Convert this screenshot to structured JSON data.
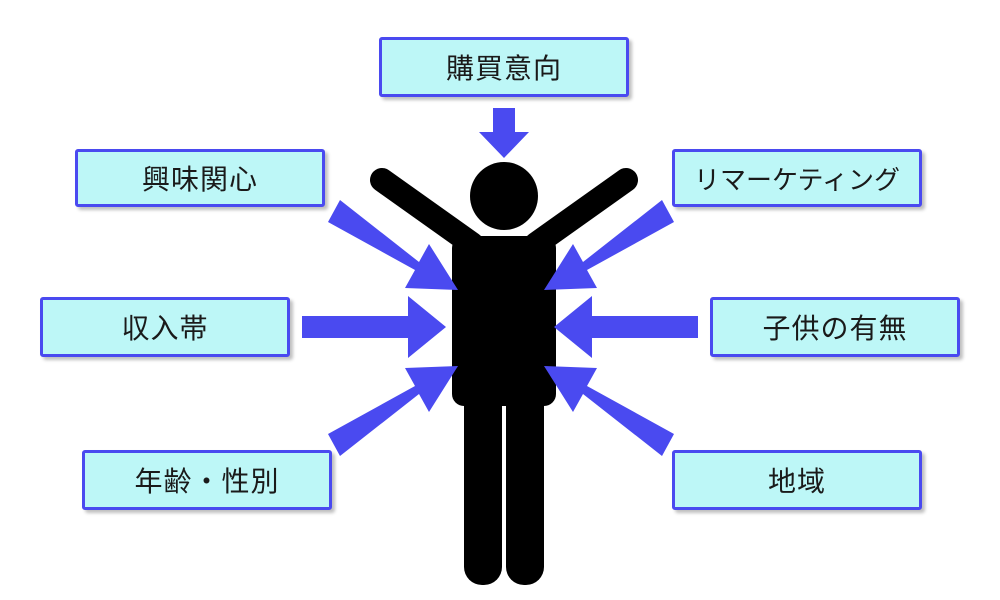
{
  "colors": {
    "box_fill": "#bdf7f7",
    "box_border": "#4a4af0",
    "arrow": "#4a4af0",
    "person": "#000000"
  },
  "icons": {
    "center": "person-icon"
  },
  "factors": {
    "purchase_intent": "購買意向",
    "interests": "興味関心",
    "remarketing": "リマーケティング",
    "income": "収入帯",
    "children": "子供の有無",
    "age_gender": "年齢・性別",
    "region": "地域"
  }
}
